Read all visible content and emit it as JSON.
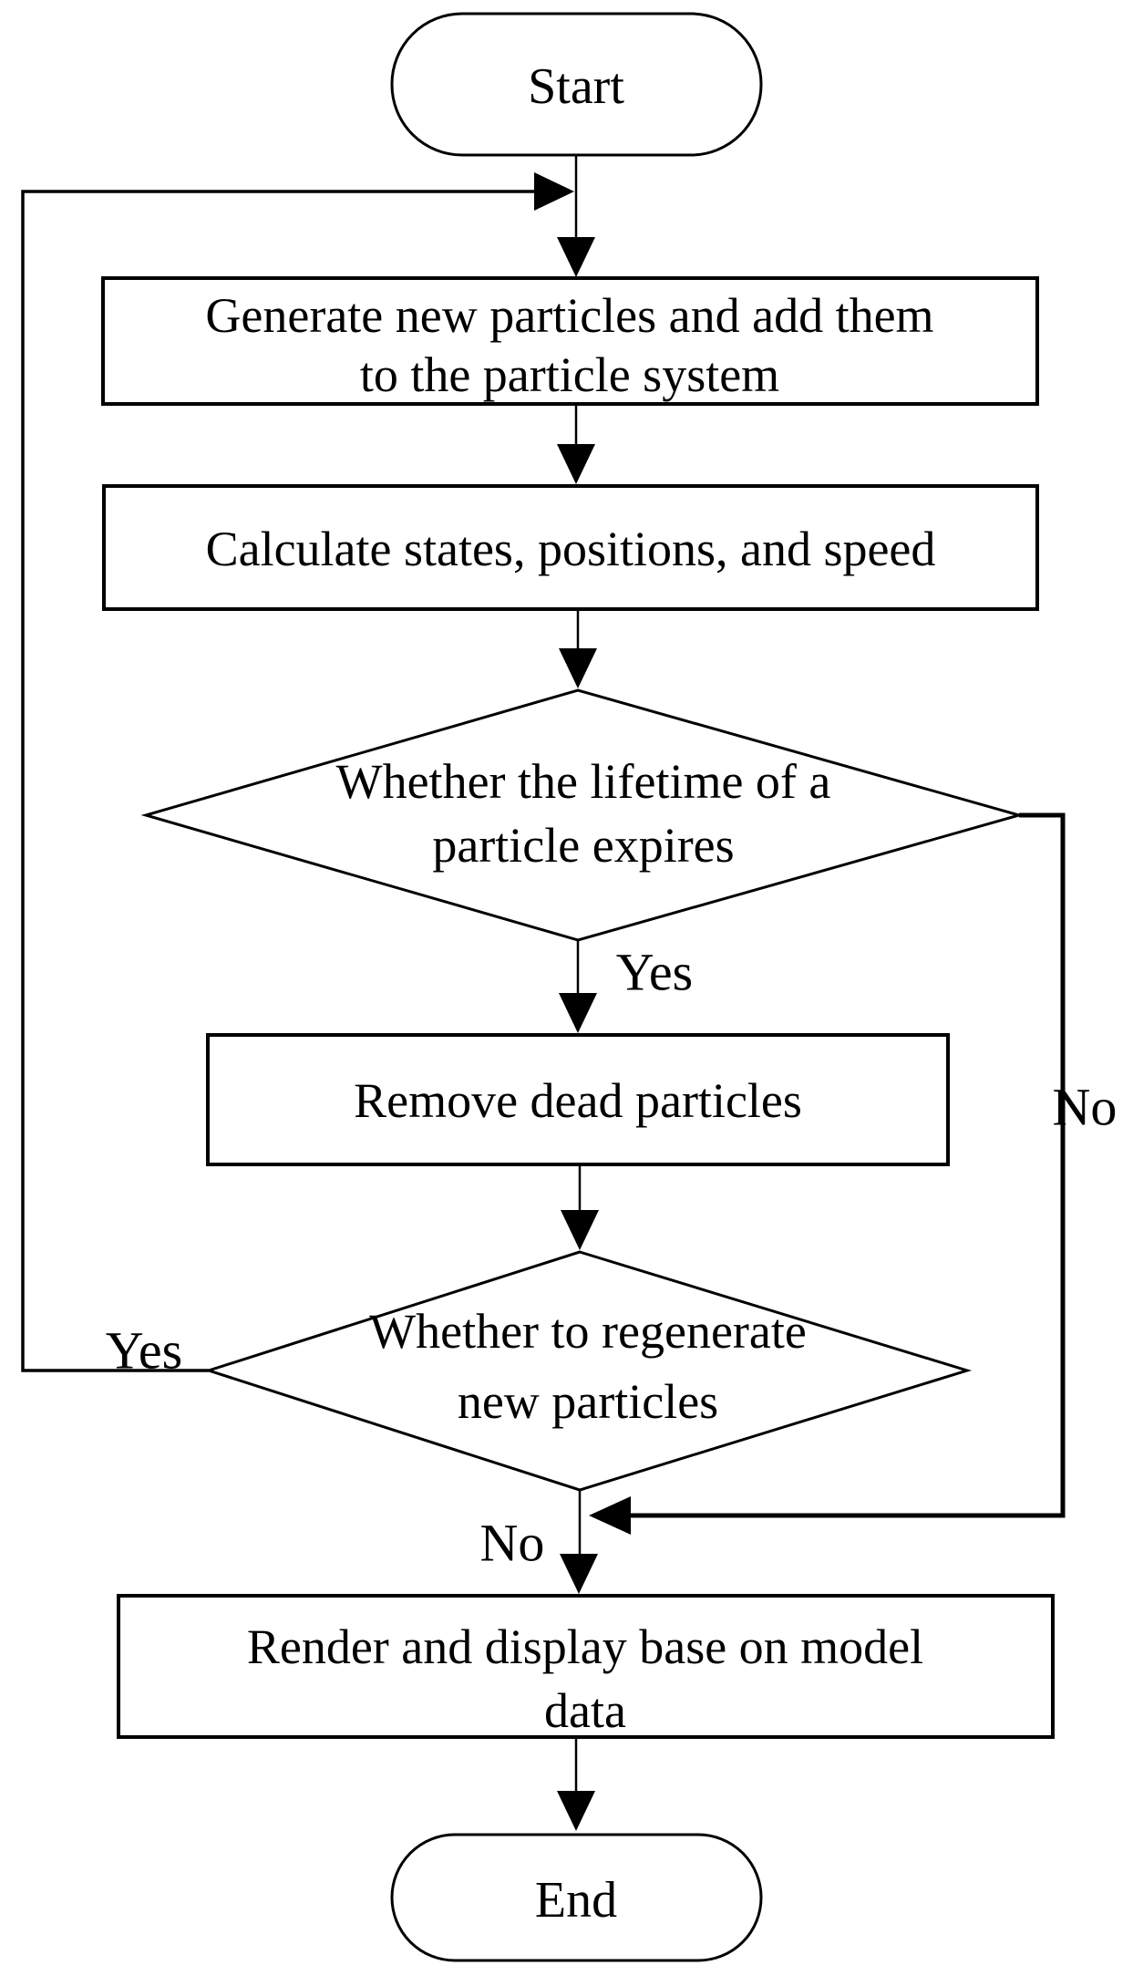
{
  "colors": {
    "stroke": "#000000",
    "text": "#000000",
    "background": "#ffffff"
  },
  "flowchart": {
    "start": {
      "label": "Start"
    },
    "generate": {
      "lines": [
        "Generate new particles and add them",
        "to the particle system"
      ]
    },
    "calculate": {
      "lines": [
        "Calculate states, positions, and speed"
      ]
    },
    "lifetime_decision": {
      "lines": [
        "Whether the lifetime of a",
        "particle expires"
      ]
    },
    "remove": {
      "lines": [
        "Remove dead particles"
      ]
    },
    "regenerate_decision": {
      "lines": [
        "Whether to regenerate",
        "new particles"
      ]
    },
    "render": {
      "lines": [
        "Render and display base on model",
        "data"
      ]
    },
    "end": {
      "label": "End"
    },
    "edge_labels": {
      "lifetime_yes": "Yes",
      "lifetime_no": "No",
      "regenerate_yes": "Yes",
      "regenerate_no": "No"
    }
  }
}
